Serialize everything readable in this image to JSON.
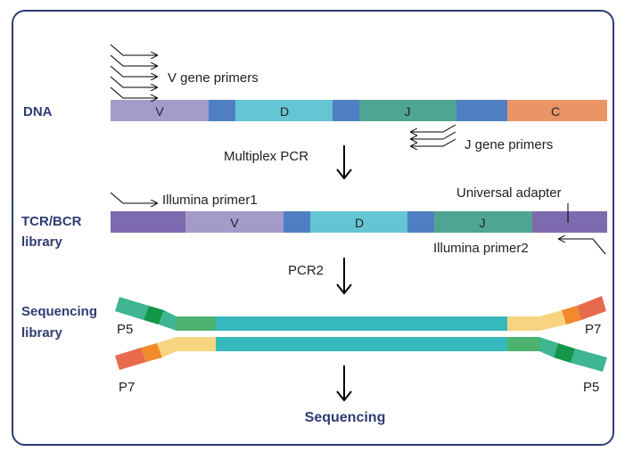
{
  "colors": {
    "border": "#2e3c73",
    "label_blue": "#2e3c73",
    "v": "#a49bcb",
    "d": "#64c5d3",
    "j": "#4ea593",
    "c": "#ea9565",
    "link": "#4f7fc2",
    "illumina": "#7d6bb0",
    "teal": "#36b9bd",
    "green": "#4db26f",
    "dark_green": "#12964a",
    "sea_green": "#3fb592",
    "yellow": "#f7d47f",
    "orange": "#f08a2b",
    "red_orange": "#e76a4c"
  },
  "labels": {
    "dna": "DNA",
    "tcr_bcr_1": "TCR/BCR",
    "tcr_bcr_2": "library",
    "seq_lib_1": "Sequencing",
    "seq_lib_2": "library",
    "v_primers": "V gene primers",
    "j_primers": "J gene primers",
    "multiplex_pcr": "Multiplex PCR",
    "illumina_primer1": "Illumina primer1",
    "universal_adapter": "Universal adapter",
    "illumina_primer2": "Illumina primer2",
    "pcr2": "PCR2",
    "p5": "P5",
    "p7": "P7",
    "sequencing": "Sequencing"
  },
  "segments": {
    "v": "V",
    "d": "D",
    "j": "J",
    "c": "C"
  }
}
